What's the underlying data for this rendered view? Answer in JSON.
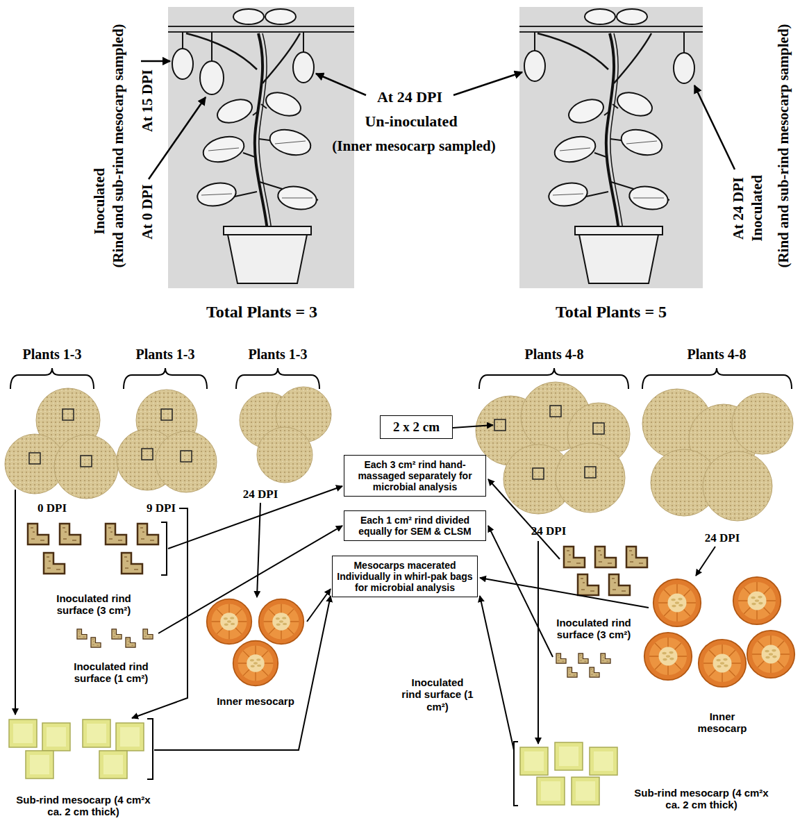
{
  "diagram": {
    "nodes": [
      {
        "text": [
          "2 x 2 cm"
        ]
      },
      {
        "text": [
          "Each 3 cm² rind hand-massaged separately for microbial analysis"
        ]
      },
      {
        "text": [
          "Each 1 cm² rind divided equally for SEM & CLSM"
        ]
      },
      {
        "text": [
          "Mesocarps macerated Individually in whirl-pak bags for microbial analysis"
        ]
      }
    ],
    "labels": [
      "Inoculated",
      "(Rind and sub-rind mesocarp sampled)",
      "At 15 DPI",
      "At 0 DPI",
      "At 24 DPI",
      "Un-inoculated",
      "(Inner mesocarp sampled)",
      "At 24 DPI",
      "Inoculated",
      "(Rind and sub-rind mesocarp sampled)",
      "Total Plants = 3",
      "Total Plants = 5",
      "Plants 1-3",
      "Plants 1-3",
      "Plants 1-3",
      "Plants 4-8",
      "Plants 4-8",
      "0 DPI",
      "9 DPI",
      "24 DPI",
      "24 DPI",
      "24 DPI",
      "Inoculated rind surface (3 cm²)",
      "Inoculated rind surface (1 cm²)",
      "Inner mesocarp",
      "Sub-rind mesocarp (4 cm²x ca. 2 cm thick)",
      "Inoculated rind surface (3 cm²)",
      "Inoculated rind surface (1 cm²)",
      "Inner mesocarp",
      "Sub-rind mesocarp (4 cm²x ca. 2 cm thick)"
    ]
  }
}
